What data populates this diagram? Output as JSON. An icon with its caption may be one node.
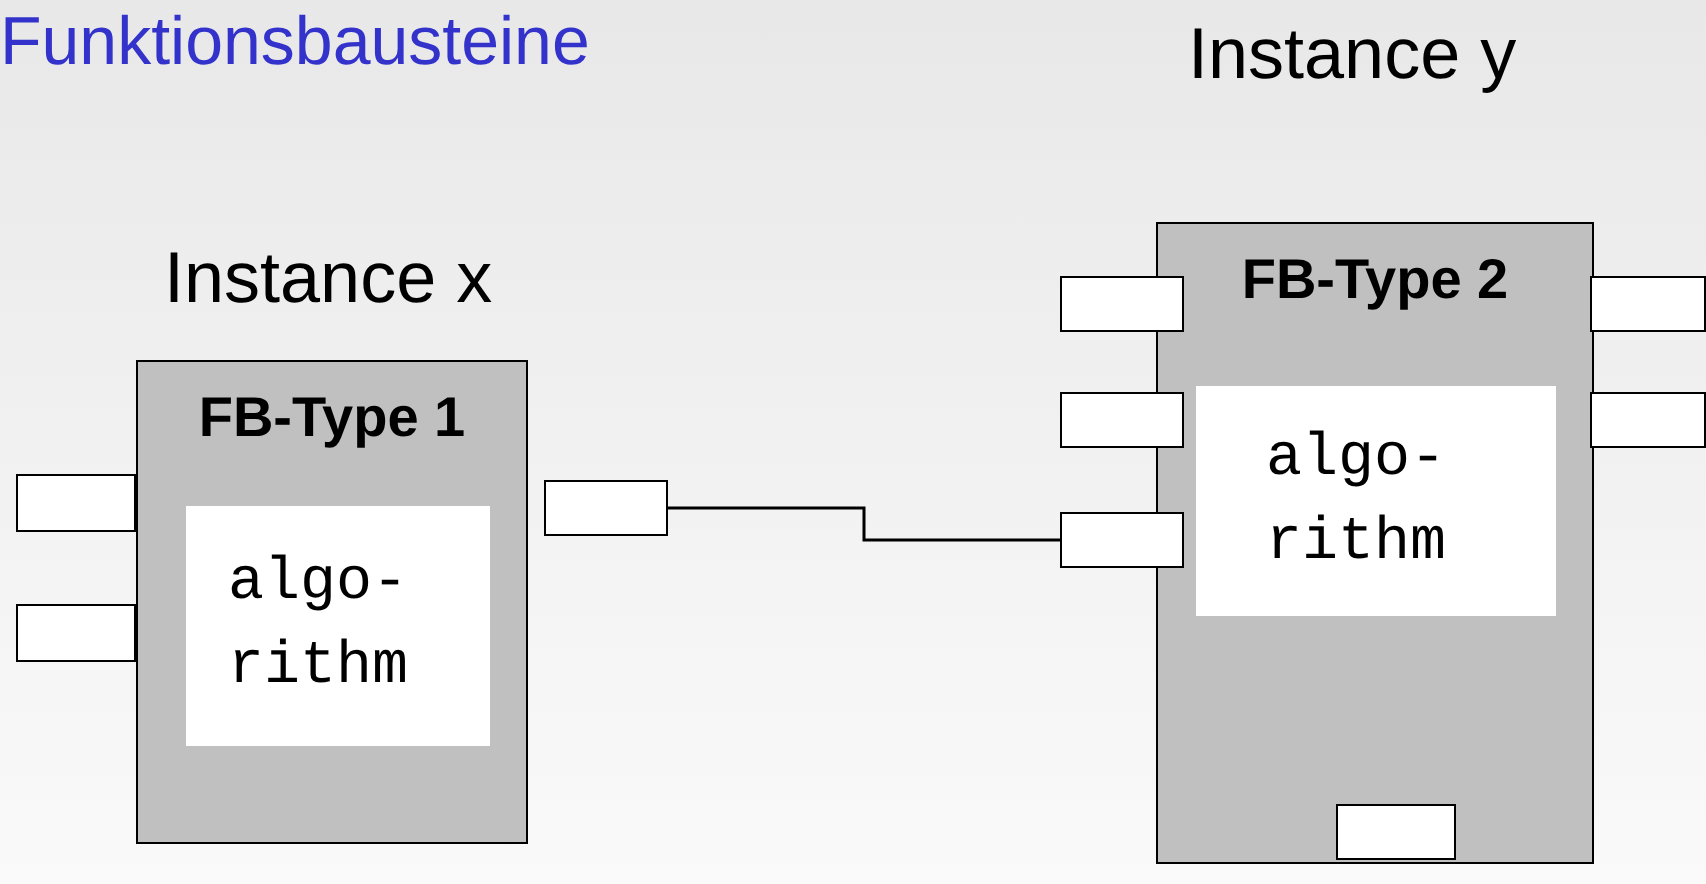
{
  "diagram": {
    "title": "Funktionsbausteine",
    "nodes": [
      {
        "text": [
          "FB-Type 1"
        ],
        "beside": [
          "Instance x"
        ]
      },
      {
        "text": [
          "algo- rithm"
        ],
        "in": 0
      },
      {
        "text": [],
        "shape": "box"
      },
      {
        "text": [],
        "shape": "box"
      },
      {
        "text": [],
        "shape": "box"
      },
      {
        "text": [
          "FB-Type 2"
        ],
        "beside": [
          "Instance y"
        ]
      },
      {
        "text": [
          "algo- rithm"
        ],
        "in": 5
      },
      {
        "text": [],
        "shape": "box"
      },
      {
        "text": [],
        "shape": "box"
      },
      {
        "text": [],
        "shape": "box"
      },
      {
        "text": [],
        "shape": "box"
      },
      {
        "text": [],
        "shape": "box"
      },
      {
        "text": [],
        "shape": "box",
        "in": 5
      }
    ],
    "edges": [
      {
        "from": 4,
        "to": 9,
        "arrow": "none"
      }
    ]
  }
}
